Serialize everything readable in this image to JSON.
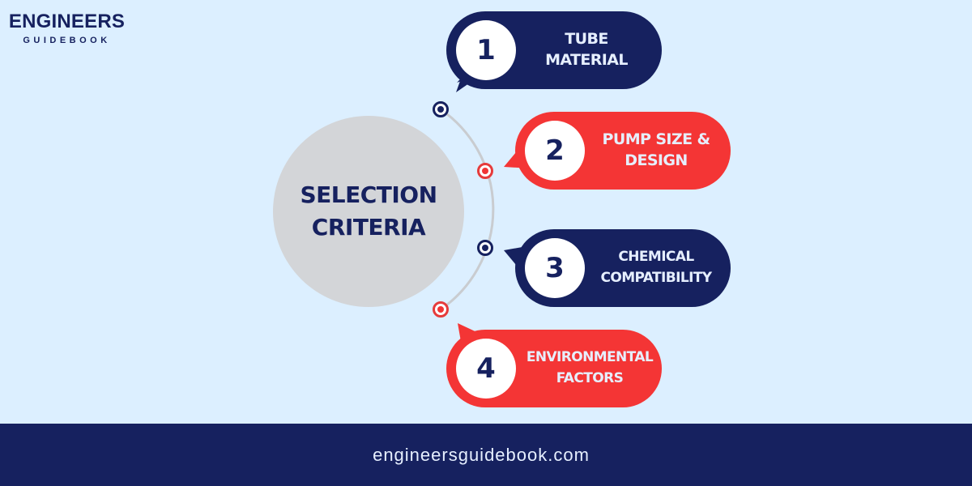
{
  "logo": {
    "line1": "ENGINEERS",
    "line2": "GUIDEBOOK"
  },
  "hub": {
    "title": "SELECTION CRITERIA"
  },
  "colors": {
    "navy": "#16215f",
    "red": "#f43535",
    "background": "#dcefff",
    "hub": "#d3d5d8",
    "arc": "#c9ccd0"
  },
  "items": [
    {
      "number": "1",
      "label": "TUBE MATERIAL",
      "color": "navy"
    },
    {
      "number": "2",
      "label": "PUMP SIZE & DESIGN",
      "color": "red"
    },
    {
      "number": "3",
      "label": "CHEMICAL COMPATIBILITY",
      "color": "navy"
    },
    {
      "number": "4",
      "label": "ENVIRONMENTAL FACTORS",
      "color": "red"
    }
  ],
  "footer": {
    "url": "engineersguidebook.com"
  }
}
